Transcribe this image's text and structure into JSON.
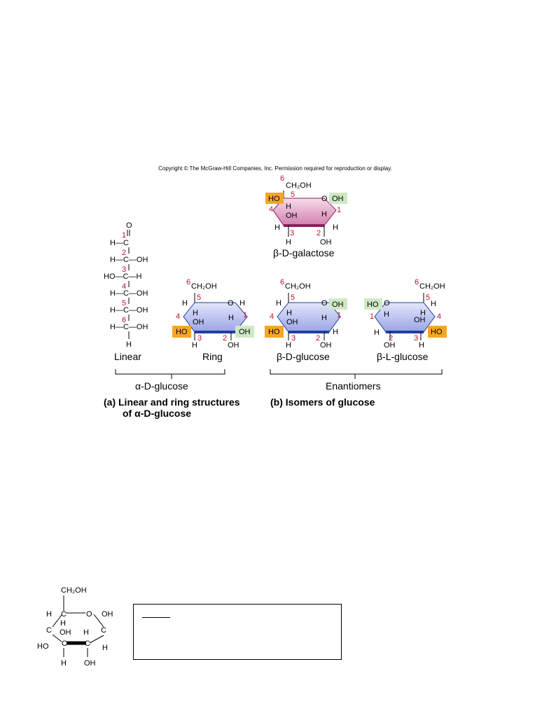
{
  "copyright": "Copyright © The McGraw-Hill Companies, Inc. Permission required for reproduction or display.",
  "colors": {
    "blue_ring": "#b7bff0",
    "blue_edge": "#1f3f9c",
    "pink_ring": "#e6a6cb",
    "pink_edge": "#8a1f5c",
    "orange_box": "#f6a623",
    "green_box": "#cfe8c4",
    "carbon_number": "#c8102e"
  },
  "galactose": {
    "name": "β-D-galactose",
    "ch2oh": "CH₂OH",
    "o": "O",
    "groups": [
      "HO",
      "OH",
      "H",
      "H",
      "OH",
      "H",
      "H",
      "OH"
    ],
    "numbers": [
      "6",
      "5",
      "4",
      "1",
      "3",
      "2"
    ]
  },
  "linear": {
    "label": "Linear",
    "rows": [
      "O",
      "H—C",
      "H—C—OH",
      "HO—C—H",
      "H—C—OH",
      "H—C—OH",
      "H—C—OH",
      "H"
    ],
    "numbers": [
      "1",
      "2",
      "3",
      "4",
      "5",
      "6"
    ]
  },
  "ring": {
    "label": "Ring",
    "ch2oh": "CH₂OH",
    "o": "O",
    "groups": [
      "H",
      "H",
      "H",
      "OH",
      "H",
      "HO",
      "OH",
      "H",
      "OH"
    ],
    "numbers": [
      "6",
      "5",
      "4",
      "1",
      "3",
      "2"
    ]
  },
  "beta_d": {
    "label": "β-D-glucose",
    "ch2oh": "CH₂OH",
    "o": "O",
    "groups": [
      "H",
      "OH",
      "H",
      "OH",
      "H",
      "HO",
      "H",
      "H",
      "OH"
    ],
    "numbers": [
      "6",
      "5",
      "4",
      "1",
      "3",
      "2"
    ]
  },
  "beta_l": {
    "label": "β-L-glucose",
    "ch2oh": "CH₂OH",
    "o": "O",
    "groups": [
      "HO",
      "H",
      "H",
      "OH",
      "H",
      "H",
      "HO",
      "OH",
      "H"
    ],
    "numbers": [
      "6",
      "5",
      "1",
      "4",
      "2",
      "3"
    ]
  },
  "bracket_a": "α-D-glucose",
  "bracket_b": "Enantiomers",
  "caption_a_line1": "(a) Linear and ring structures",
  "caption_a_line2": "of α-D-glucose",
  "caption_b": "(b) Isomers of glucose",
  "bottom_structure": {
    "ch2oh": "CH₂OH",
    "labels": [
      "H",
      "C",
      "H",
      "O",
      "OH",
      "C",
      "OH",
      "H",
      "C",
      "C",
      "H",
      "HO",
      "C",
      "C",
      "H",
      "H",
      "OH"
    ]
  }
}
